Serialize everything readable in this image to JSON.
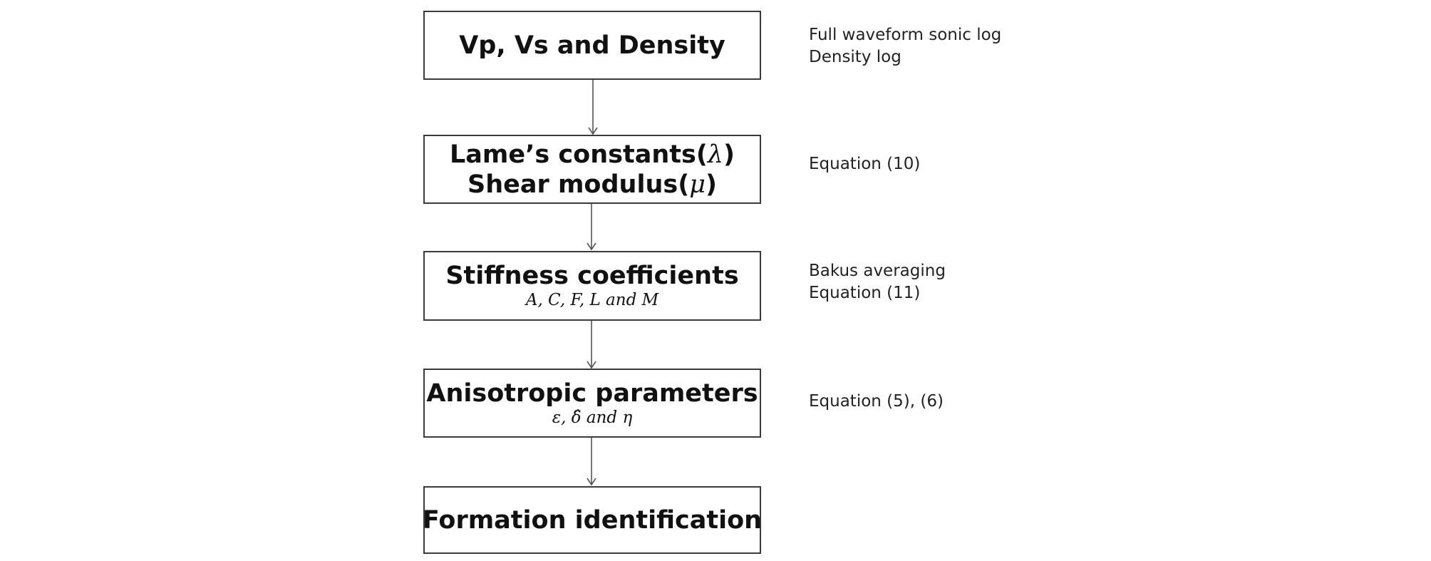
{
  "steps": [
    {
      "title": "Vp, Vs and Density",
      "notes": [
        "Full waveform sonic log",
        "Density log"
      ]
    },
    {
      "title_line1": "Lame’s constants",
      "symbol1": "λ",
      "title_line2": "Shear modulus",
      "symbol2": "μ",
      "notes": [
        "Equation (10)"
      ]
    },
    {
      "title": "Stiffness coefficients",
      "subtitle": "A,  C, F, L and M",
      "notes": [
        "Bakus averaging",
        "Equation (11)"
      ]
    },
    {
      "title": "Anisotropic parameters",
      "subtitle": "ε,  δ̂ and η",
      "notes": [
        "Equation (5), (6)"
      ]
    },
    {
      "title": "Formation identification",
      "notes": []
    }
  ],
  "colors": {
    "border": "#3a3a3a",
    "arrow": "#555555",
    "text": "#111111"
  }
}
